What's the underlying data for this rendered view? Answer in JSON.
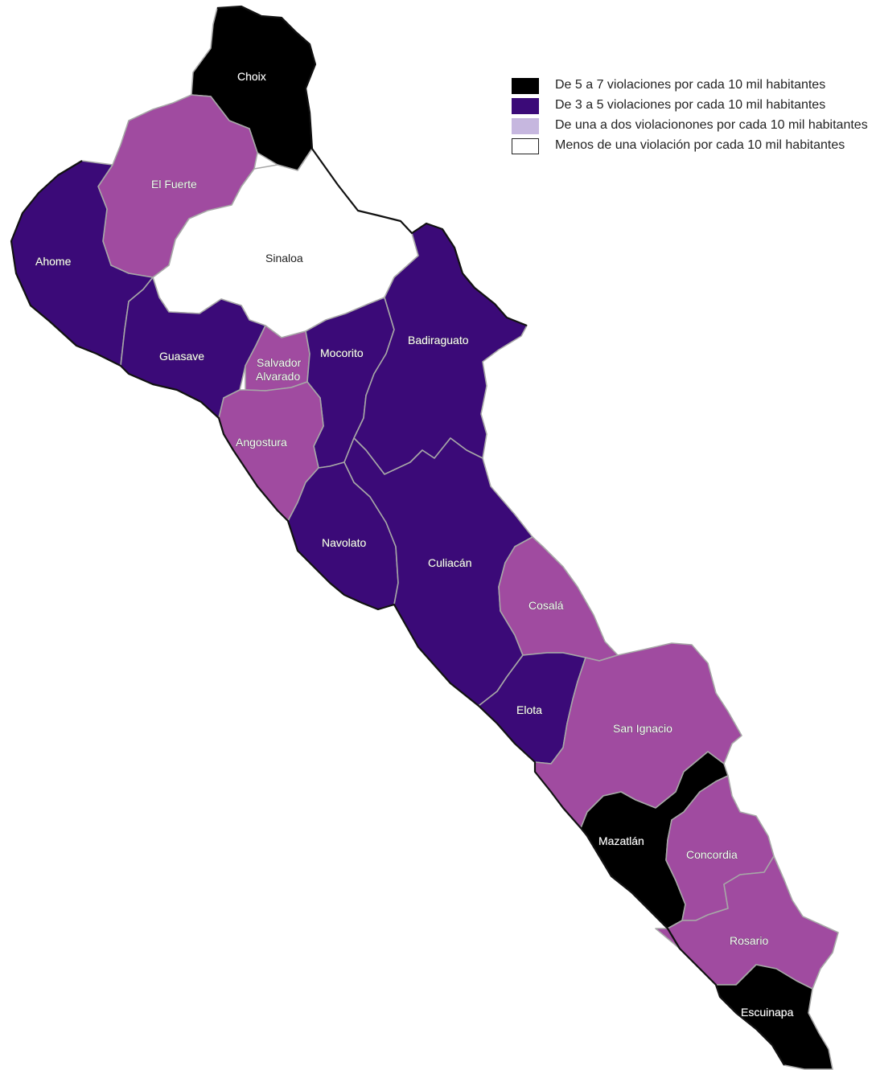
{
  "colors": {
    "level_5_7": "#000000",
    "level_3_5": "#3b0a78",
    "level_1_2_legend": "#c6b7df",
    "level_1_2_map": "#a04ba0",
    "level_lt1": "#ffffff"
  },
  "legend": [
    {
      "label": "De 5 a 7 violaciones por cada 10 mil habitantes",
      "color": "#000000"
    },
    {
      "label": "De 3 a 5 violaciones por cada 10 mil habitantes",
      "color": "#3b0a78"
    },
    {
      "label": "De una a dos violacionones por cada 10 mil habitantes",
      "color": "#c6b7df"
    },
    {
      "label": "Menos de una violación por cada 10 mil habitantes",
      "color": "#ffffff"
    }
  ],
  "municipalities": [
    {
      "name": "Choix",
      "category": "5-7"
    },
    {
      "name": "El Fuerte",
      "category": "1-2"
    },
    {
      "name": "Sinaloa",
      "category": "<1"
    },
    {
      "name": "Ahome",
      "category": "3-5"
    },
    {
      "name": "Guasave",
      "category": "3-5"
    },
    {
      "name": "Salvador Alvarado",
      "category": "1-2"
    },
    {
      "name": "Mocorito",
      "category": "3-5"
    },
    {
      "name": "Badiraguato",
      "category": "3-5"
    },
    {
      "name": "Angostura",
      "category": "1-2"
    },
    {
      "name": "Navolato",
      "category": "3-5"
    },
    {
      "name": "Culiacán",
      "category": "3-5"
    },
    {
      "name": "Cosalá",
      "category": "1-2"
    },
    {
      "name": "Elota",
      "category": "3-5"
    },
    {
      "name": "San Ignacio",
      "category": "1-2"
    },
    {
      "name": "Mazatlán",
      "category": "5-7"
    },
    {
      "name": "Concordia",
      "category": "1-2"
    },
    {
      "name": "Rosario",
      "category": "1-2"
    },
    {
      "name": "Escuinapa",
      "category": "5-7"
    }
  ],
  "labels": {
    "choix": "Choix",
    "el_fuerte": "El Fuerte",
    "sinaloa": "Sinaloa",
    "ahome": "Ahome",
    "guasave": "Guasave",
    "salvador_alvarado_1": "Salvador",
    "salvador_alvarado_2": "Alvarado",
    "mocorito": "Mocorito",
    "badiraguato": "Badiraguato",
    "angostura": "Angostura",
    "navolato": "Navolato",
    "culiacan": "Culiacán",
    "cosala": "Cosalá",
    "elota": "Elota",
    "san_ignacio": "San Ignacio",
    "mazatlan": "Mazatlán",
    "concordia": "Concordia",
    "rosario": "Rosario",
    "escuinapa": "Escuinapa"
  }
}
